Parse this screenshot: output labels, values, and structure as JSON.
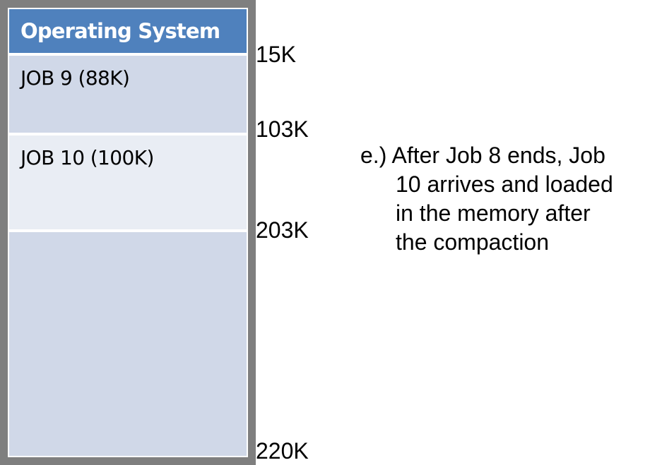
{
  "memory_map": {
    "blocks": [
      {
        "label": "Operating System"
      },
      {
        "label": "JOB 9 (88K)"
      },
      {
        "label": "JOB 10 (100K)"
      },
      {
        "label": ""
      }
    ],
    "addresses": [
      "15K",
      "103K",
      "203K",
      "220K"
    ]
  },
  "caption": {
    "lines": [
      "e.) After Job 8 ends, Job",
      "10 arrives and loaded",
      "in the memory after",
      "the compaction"
    ]
  },
  "colors": {
    "frame": "#7f7f7f",
    "os_block": "#4f81bd",
    "job_block": "#d0d8e8",
    "job_block_alt": "#e9edf4",
    "free_block": "#d0d8e8"
  }
}
